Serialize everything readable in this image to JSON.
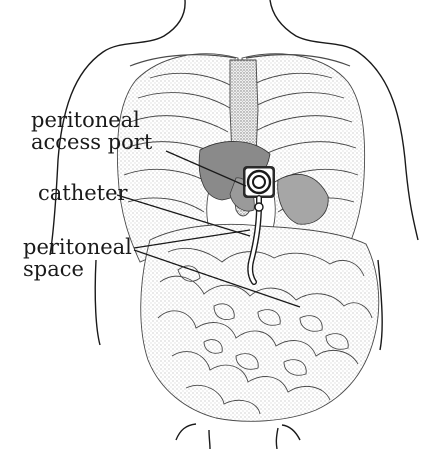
{
  "labels": {
    "access_port": [
      "peritoneal",
      "access port"
    ],
    "catheter": "catheter",
    "peritoneal_space": [
      "peritoneal",
      "space"
    ]
  },
  "colors": {
    "ink": "#1a1a1a",
    "stipple": "#bdbdbd",
    "organ_shade": "#8a8a8a",
    "port_fill": "#ffffff"
  }
}
